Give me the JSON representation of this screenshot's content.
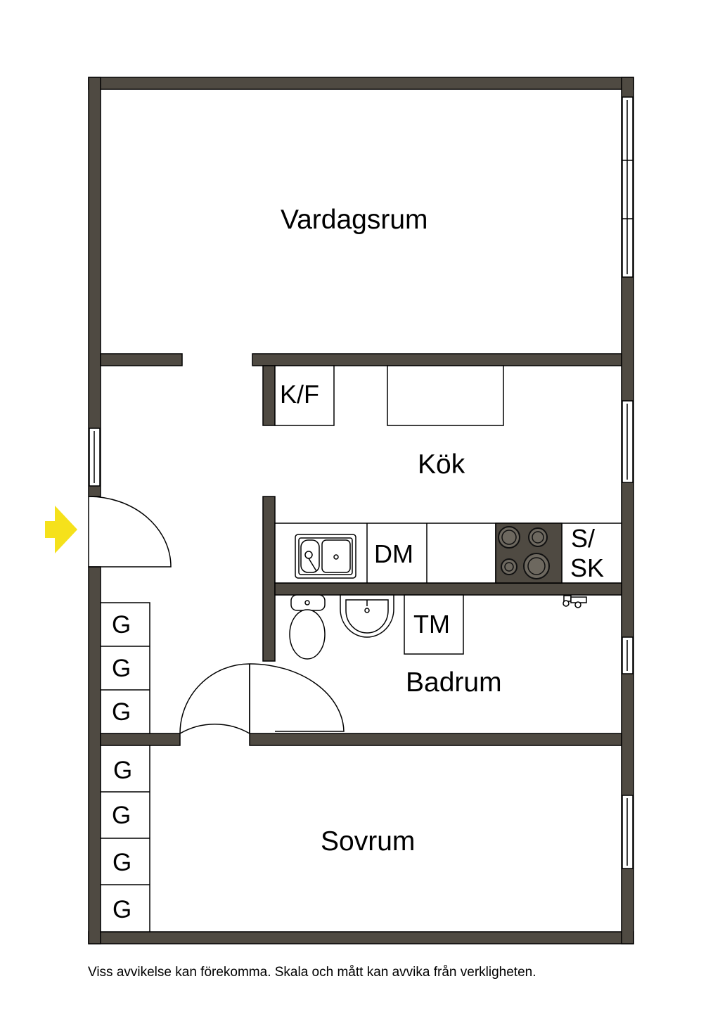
{
  "rooms": {
    "living": "Vardagsrum",
    "kitchen": "Kök",
    "bathroom": "Badrum",
    "bedroom": "Sovrum"
  },
  "fixtures": {
    "fridge_freezer": "K/F",
    "dishwasher": "DM",
    "tumble_dryer": "TM",
    "cabinet_line1": "S/",
    "cabinet_line2": "SK",
    "wardrobes_hall": [
      "G",
      "G",
      "G"
    ],
    "wardrobes_bedroom": [
      "G",
      "G",
      "G",
      "G"
    ]
  },
  "entrance_marker": {
    "icon": "entrance-arrow-icon",
    "color": "#f5e11b"
  },
  "colors": {
    "wall": "#4f4a42",
    "background": "#ffffff"
  },
  "disclaimer": "Viss avvikelse kan förekomma. Skala och mått kan avvika från verkligheten."
}
